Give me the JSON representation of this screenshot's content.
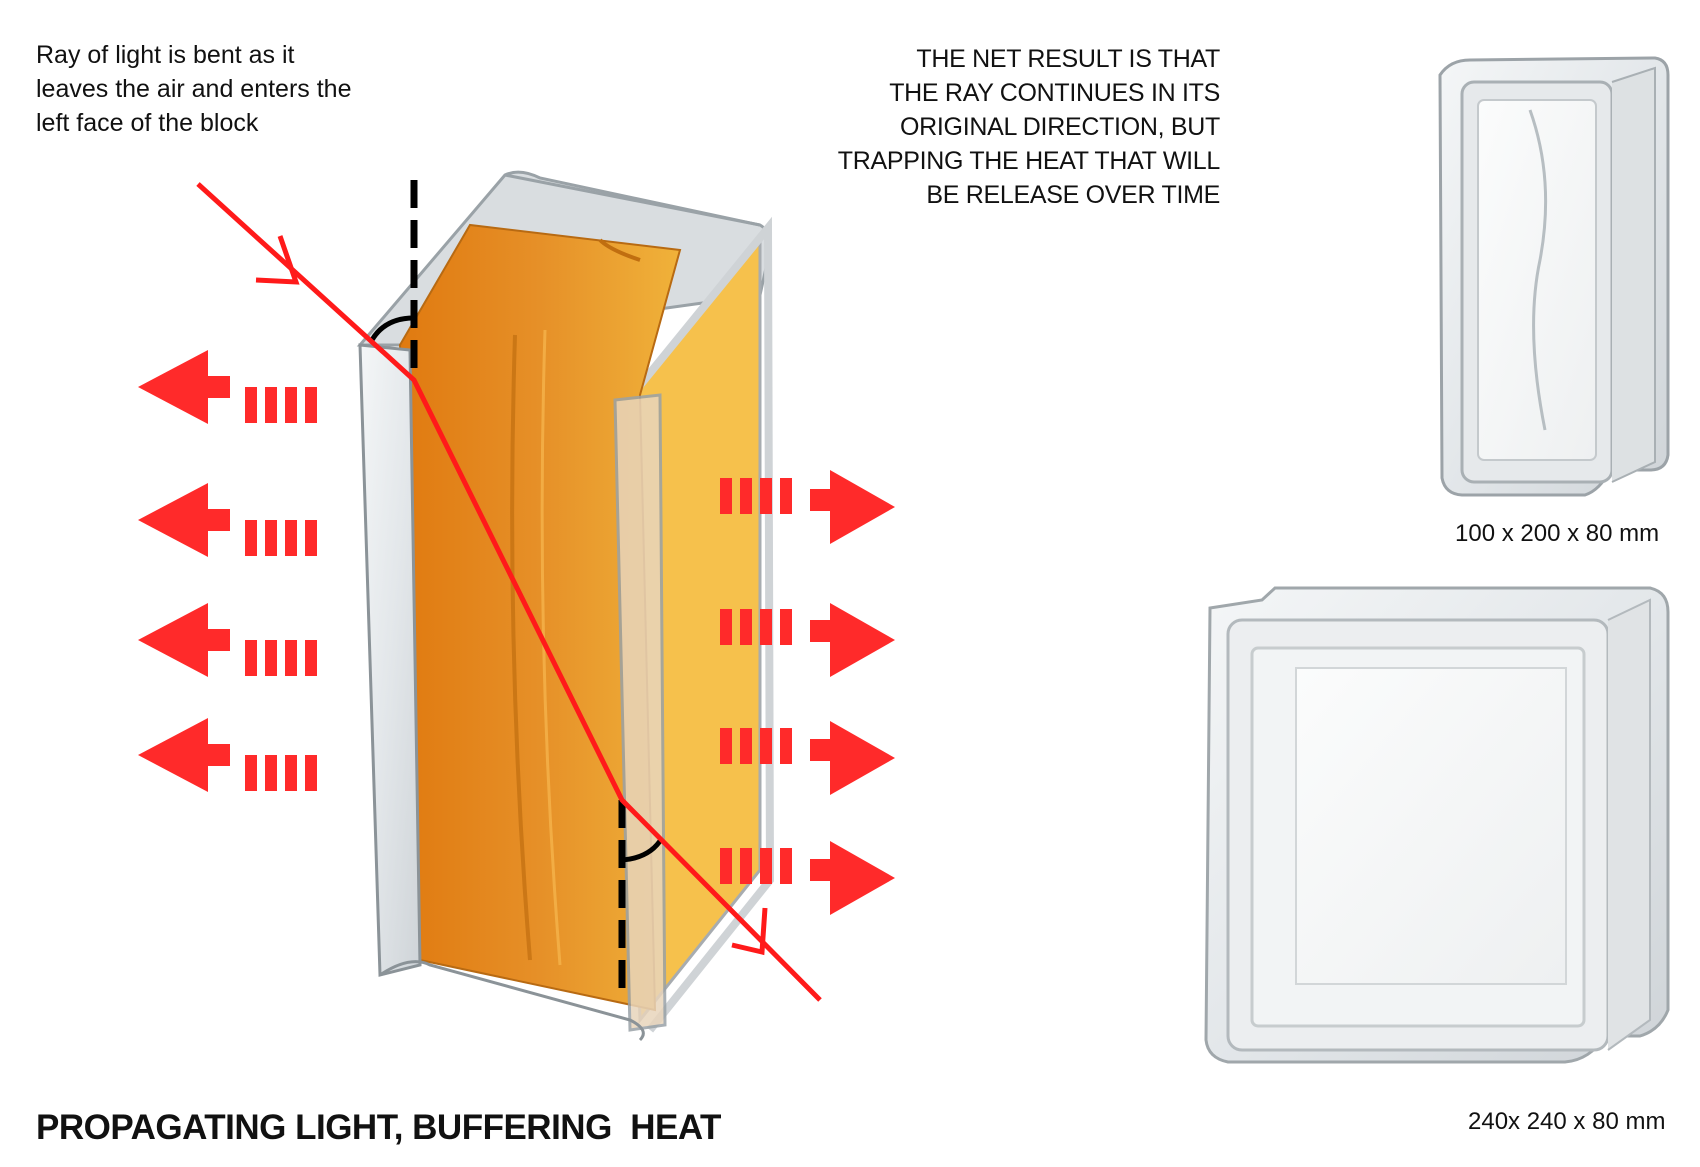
{
  "annotation_left": {
    "lines": [
      "Ray of light is bent as it",
      "leaves the air and enters the",
      "left face of the block"
    ]
  },
  "annotation_right": {
    "lines": [
      "THE NET RESULT IS THAT",
      "THE RAY CONTINUES IN ITS",
      "ORIGINAL DIRECTION, BUT",
      "TRAPPING THE HEAT THAT WILL",
      "BE RELEASE OVER TIME"
    ]
  },
  "caption": "PROPAGATING LIGHT, BUFFERING  HEAT",
  "products": [
    {
      "dimensions": "100 x 200 x 80 mm"
    },
    {
      "dimensions": "240x 240 x 80 mm"
    }
  ],
  "colors": {
    "ray": "#ff1a1a",
    "heat_arrow": "#ff2a2a",
    "glass_tint": "#e8891e",
    "normal_line": "#000000"
  }
}
